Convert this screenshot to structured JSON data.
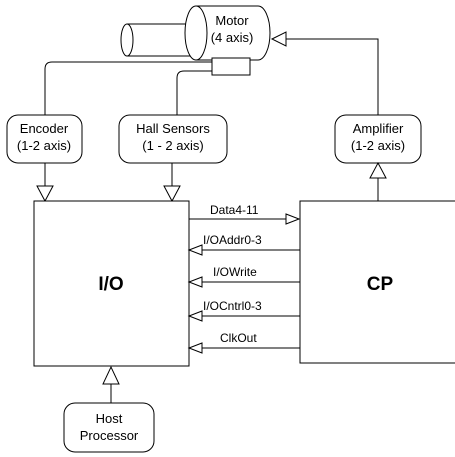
{
  "motor": {
    "line1": "Motor",
    "line2": "(4 axis)"
  },
  "encoder": {
    "line1": "Encoder",
    "line2": "(1-2 axis)"
  },
  "hall_sensors": {
    "line1": "Hall Sensors",
    "line2": "(1 - 2 axis)"
  },
  "amplifier": {
    "line1": "Amplifier",
    "line2": "(1-2 axis)"
  },
  "io_block": {
    "label": "I/O"
  },
  "cp_block": {
    "label": "CP"
  },
  "host": {
    "line1": "Host",
    "line2": "Processor"
  },
  "signals": {
    "data": "Data4-11",
    "ioaddr": "I/OAddr0-3",
    "iowrite": "I/OWrite",
    "iocntrl": "I/OCntrl0-3",
    "clkout": "ClkOut"
  }
}
